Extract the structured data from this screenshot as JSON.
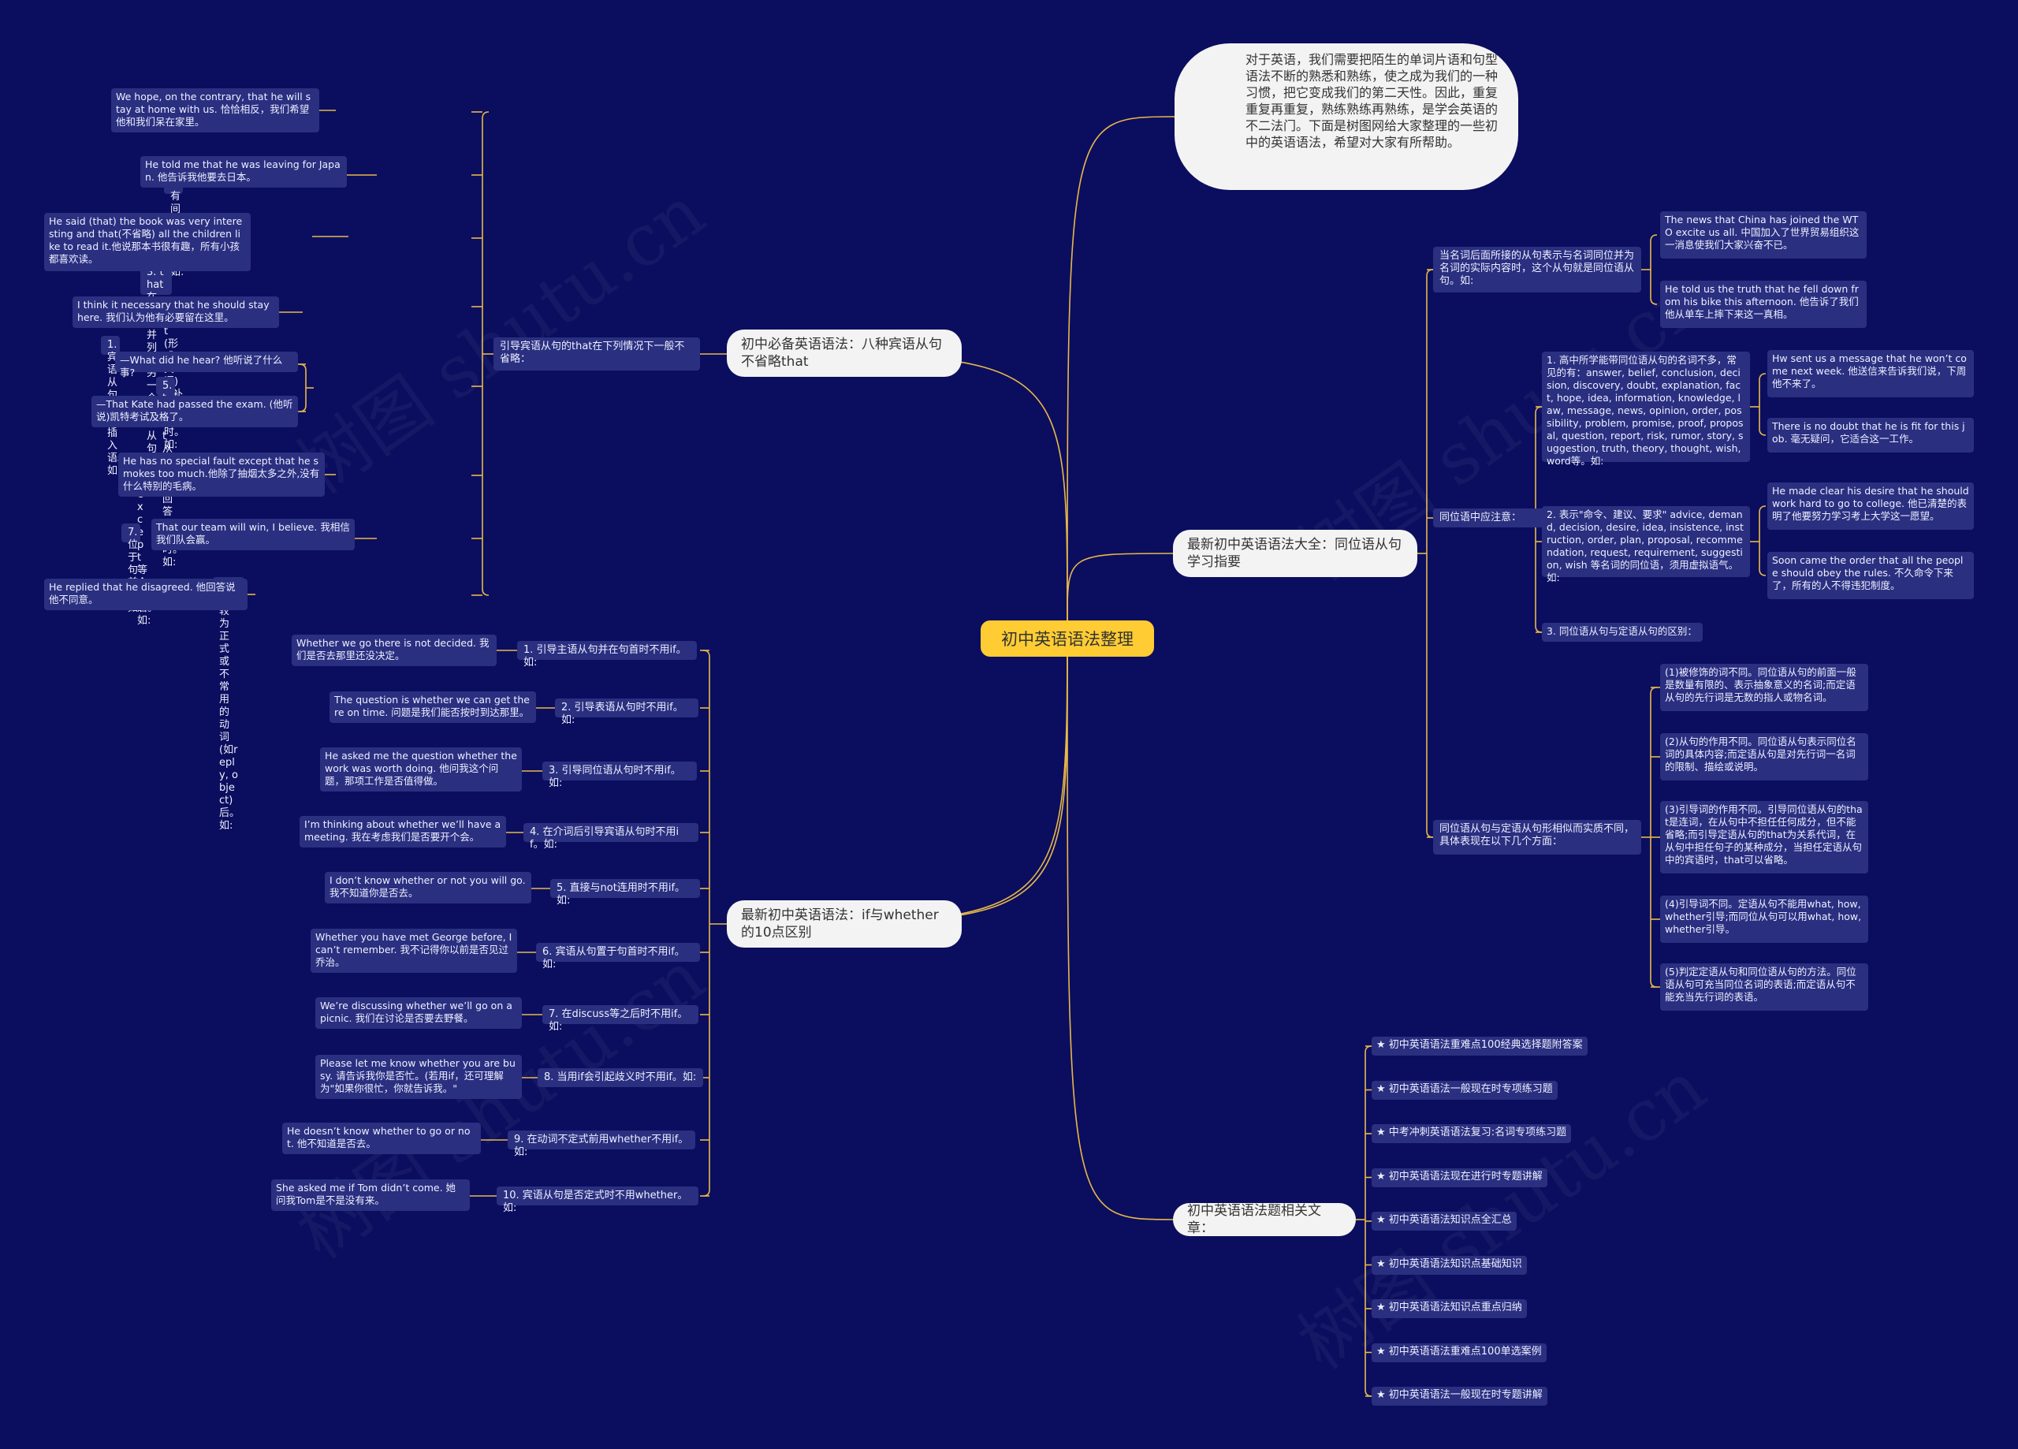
{
  "root": "初中英语语法整理",
  "intro": "对于英语，我们需要把陌生的单词片语和句型语法不断的熟悉和熟练，使之成为我们的一种习惯，把它变成我们的第二天性。因此，重复重复再重复，熟练熟练再熟练，是学会英语的不二法门。下面是树图网给大家整理的一些初中的英语语法，希望对大家有所帮助。",
  "watermark": "树图 shutu.cn",
  "b1": {
    "label": "初中必备英语语法：八种宾语从句不省略that",
    "sub": "引导宾语从句的that在下列情况下一般不省略：",
    "items": [
      {
        "label": "1. 宾语从句前有插入语。如:",
        "ex": [
          "We hope, on the contrary, that he will stay at home with us. 恰恰相反，我们希望他和我们呆在家里。"
        ]
      },
      {
        "label": "2. 有间接宾语时。如:",
        "ex": [
          "He told me that he was leaving for Japan. 他告诉我他要去日本。"
        ]
      },
      {
        "label": "3. that在与之并列的另一个宾语从句之后。如:",
        "ex": [
          "He said (that) the book was very interesting and that(不省略) all the children like to read it.他说那本书很有趣，所有小孩都喜欢读。"
        ]
      },
      {
        "label": "4. 在\"it(形式宾语)+补语\"之后时。如:",
        "ex": [
          "I think it necessary that he should stay here. 我们认为他有必要留在这里。"
        ]
      },
      {
        "label": "5. that从句单独回答问题时。如:",
        "ex": [
          "—What did he hear? 他听说了什么事?",
          "—That Kate had passed the exam. (他听说)凯特考试及格了。"
        ]
      },
      {
        "label": "6. 在except等介词后。如:",
        "ex": [
          "He has no special fault except that he smokes too much.他除了抽烟太多之外,没有什么特别的毛病。"
        ]
      },
      {
        "label": "7. 位于句首时。如:",
        "ex": [
          "That our team will win, I believe. 我相信我们队会赢。"
        ]
      },
      {
        "label": "8. 在较为正式或不常用的动词(如reply, object)后。如:",
        "ex": [
          "He replied that he disagreed. 他回答说他不同意。"
        ]
      }
    ]
  },
  "b2": {
    "label": "最新初中英语语法：if与whether的10点区别",
    "items": [
      {
        "label": "1. 引导主语从句并在句首时不用if。如:",
        "ex": "Whether we go there is not decided. 我们是否去那里还没决定。"
      },
      {
        "label": "2. 引导表语从句时不用if。如:",
        "ex": "The question is whether we can get there on time. 问题是我们能否按时到达那里。"
      },
      {
        "label": "3. 引导同位语从句时不用if。如:",
        "ex": "He asked me the question whether the work was worth doing. 他问我这个问题，那项工作是否值得做。"
      },
      {
        "label": "4. 在介词后引导宾语从句时不用if。如:",
        "ex": "I’m thinking about whether we’ll have a meeting. 我在考虑我们是否要开个会。"
      },
      {
        "label": "5. 直接与not连用时不用if。如:",
        "ex": "I don’t know whether or not you will go. 我不知道你是否去。"
      },
      {
        "label": "6. 宾语从句置于句首时不用if。如:",
        "ex": "Whether you have met George before, I can’t remember. 我不记得你以前是否见过乔治。"
      },
      {
        "label": "7. 在discuss等之后时不用if。如:",
        "ex": "We’re discussing whether we’ll go on a picnic. 我们在讨论是否要去野餐。"
      },
      {
        "label": "8. 当用if会引起歧义时不用if。如:",
        "ex": "Please let me know whether you are busy. 请告诉我你是否忙。(若用if，还可理解为\"如果你很忙，你就告诉我。\""
      },
      {
        "label": "9. 在动词不定式前用whether不用if。如:",
        "ex": "He doesn’t know whether to go or not. 他不知道是否去。"
      },
      {
        "label": "10. 宾语从句是否定式时不用whether。如:",
        "ex": "She asked me if Tom didn’t come. 她问我Tom是不是没有来。"
      }
    ]
  },
  "b3": {
    "label": "最新初中英语语法大全：同位语从句学习指要",
    "s1": {
      "label": "当名词后面所接的从句表示与名词同位并为名词的实际内容时，这个从句就是同位语从句。如:",
      "ex": [
        "The news that China has joined the WTO excite us all. 中国加入了世界贸易组织这一消息使我们大家兴奋不已。",
        "He told us the truth that he fell down from his bike this afternoon. 他告诉了我们他从单车上摔下来这一真相。"
      ]
    },
    "s2": {
      "label": "同位语中应注意：",
      "items": [
        {
          "label": "1. 高中所学能带同位语从句的名词不多，常见的有：answer, belief, conclusion, decision, discovery, doubt, explanation, fact, hope, idea, information, knowledge, law, message, news, opinion, order, possibility, problem, promise, proof, proposal, question, report, risk, rumor, story, suggestion, truth, theory, thought, wish, word等。如:",
          "ex": [
            "Hw sent us a message that he won’t come next week. 他送信来告诉我们说，下周他不来了。",
            "There is no doubt that he is fit for this job. 毫无疑问，它适合这一工作。"
          ]
        },
        {
          "label": "2. 表示\"命令、建议、要求\" advice, demand, decision, desire, idea, insistence, instruction, order, plan, proposal, recommendation, request, requirement, suggestion, wish 等名词的同位语，须用虚拟语气。如:",
          "ex": [
            "He made clear his desire that he should work hard to go to college. 他已清楚的表明了他要努力学习考上大学这一愿望。",
            "Soon came the order that all the people should obey the rules. 不久命令下来了，所有的人不得违犯制度。"
          ]
        },
        {
          "label": "3. 同位语从句与定语从句的区别：",
          "ex": []
        }
      ]
    },
    "s3": {
      "label": "同位语从句与定语从句形相似而实质不同，具体表现在以下几个方面：",
      "ex": [
        "(1)被修饰的词不同。同位语从句的前面一般是数量有限的、表示抽象意义的名词;而定语从句的先行词是无数的指人或物名词。",
        "(2)从句的作用不同。同位语从句表示同位名词的具体内容;而定语从句是对先行词一名词的限制、描绘或说明。",
        "(3)引导词的作用不同。引导同位语从句的that是连词，在从句中不担任任何成分，但不能省略;而引导定语从句的that为关系代词，在从句中担任句子的某种成分，当担任定语从句中的宾语时，that可以省略。",
        "(4)引导词不同。定语从句不能用what, how, whether引导;而同位从句可以用what, how, whether引导。",
        "(5)判定定语从句和同位语从句的方法。同位语从句可充当同位名词的表语;而定语从句不能充当先行词的表语。"
      ]
    }
  },
  "b4": {
    "label": "初中英语语法题相关文章：",
    "items": [
      "★ 初中英语语法重难点100经典选择题附答案",
      "★ 初中英语语法一般现在时专项练习题",
      "★ 中考冲刺英语语法复习:名词专项练习题",
      "★ 初中英语语法现在进行时专题讲解",
      "★ 初中英语语法知识点全汇总",
      "★ 初中英语语法知识点基础知识",
      "★ 初中英语语法知识点重点归纳",
      "★ 初中英语语法重难点100单选案例",
      "★ 初中英语语法一般现在时专题讲解"
    ]
  },
  "colors": {
    "background": "#0b0e5e",
    "line": "#e8b84a",
    "root": "#ffcc33",
    "leaf": "#2a2f80"
  }
}
